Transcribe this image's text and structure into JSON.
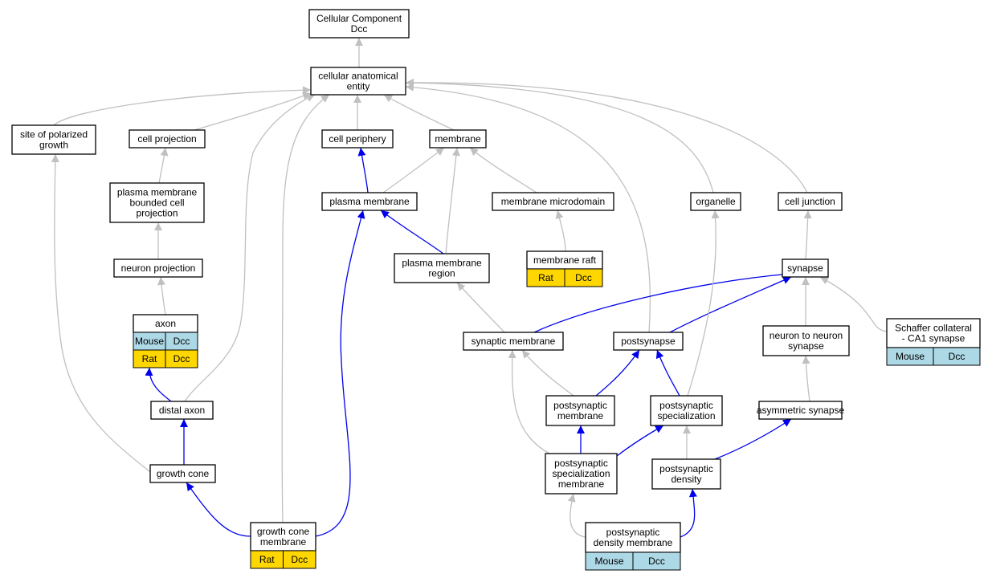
{
  "colors": {
    "gray_edge": "#c0c0c0",
    "blue_edge": "#0000ee",
    "rat_badge": "#ffd700",
    "mouse_badge": "#add8e6"
  },
  "nodes": {
    "cellular_component": {
      "lines": [
        "Cellular Component",
        "Dcc"
      ]
    },
    "cellular_anatomical_entity": {
      "lines": [
        "cellular anatomical",
        "entity"
      ]
    },
    "site_of_polarized_growth": {
      "lines": [
        "site of polarized",
        "growth"
      ]
    },
    "cell_projection": {
      "lines": [
        "cell projection"
      ]
    },
    "cell_periphery": {
      "lines": [
        "cell periphery"
      ]
    },
    "membrane": {
      "lines": [
        "membrane"
      ]
    },
    "plasma_membrane_bounded_cell_projection": {
      "lines": [
        "plasma membrane",
        "bounded cell",
        "projection"
      ]
    },
    "plasma_membrane": {
      "lines": [
        "plasma membrane"
      ]
    },
    "membrane_microdomain": {
      "lines": [
        "membrane microdomain"
      ]
    },
    "organelle": {
      "lines": [
        "organelle"
      ]
    },
    "cell_junction": {
      "lines": [
        "cell junction"
      ]
    },
    "neuron_projection": {
      "lines": [
        "neuron projection"
      ]
    },
    "plasma_membrane_region": {
      "lines": [
        "plasma membrane",
        "region"
      ]
    },
    "membrane_raft": {
      "lines": [
        "membrane raft"
      ],
      "badges": [
        [
          "Rat",
          "Dcc"
        ]
      ]
    },
    "synapse": {
      "lines": [
        "synapse"
      ]
    },
    "axon": {
      "lines": [
        "axon"
      ],
      "badges": [
        [
          "Mouse",
          "Dcc"
        ],
        [
          "Rat",
          "Dcc"
        ]
      ]
    },
    "synaptic_membrane": {
      "lines": [
        "synaptic membrane"
      ]
    },
    "postsynapse": {
      "lines": [
        "postsynapse"
      ]
    },
    "neuron_to_neuron_synapse": {
      "lines": [
        "neuron to neuron",
        "synapse"
      ]
    },
    "schaffer_collateral": {
      "lines": [
        "Schaffer collateral",
        "- CA1 synapse"
      ],
      "badges": [
        [
          "Mouse",
          "Dcc"
        ]
      ]
    },
    "distal_axon": {
      "lines": [
        "distal axon"
      ]
    },
    "postsynaptic_membrane": {
      "lines": [
        "postsynaptic",
        "membrane"
      ]
    },
    "postsynaptic_specialization": {
      "lines": [
        "postsynaptic",
        "specialization"
      ]
    },
    "asymmetric_synapse": {
      "lines": [
        "asymmetric synapse"
      ]
    },
    "growth_cone": {
      "lines": [
        "growth cone"
      ]
    },
    "postsynaptic_specialization_membrane": {
      "lines": [
        "postsynaptic",
        "specialization",
        "membrane"
      ]
    },
    "postsynaptic_density": {
      "lines": [
        "postsynaptic",
        "density"
      ]
    },
    "growth_cone_membrane": {
      "lines": [
        "growth cone",
        "membrane"
      ],
      "badges": [
        [
          "Rat",
          "Dcc"
        ]
      ]
    },
    "postsynaptic_density_membrane": {
      "lines": [
        "postsynaptic",
        "density membrane"
      ],
      "badges": [
        [
          "Mouse",
          "Dcc"
        ]
      ]
    }
  },
  "edges": [
    {
      "from": "cellular_anatomical_entity",
      "to": "cellular_component",
      "color": "gray"
    },
    {
      "from": "site_of_polarized_growth",
      "to": "cellular_anatomical_entity",
      "color": "gray"
    },
    {
      "from": "cell_projection",
      "to": "cellular_anatomical_entity",
      "color": "gray"
    },
    {
      "from": "cell_periphery",
      "to": "cellular_anatomical_entity",
      "color": "gray"
    },
    {
      "from": "membrane",
      "to": "cellular_anatomical_entity",
      "color": "gray"
    },
    {
      "from": "organelle",
      "to": "cellular_anatomical_entity",
      "color": "gray"
    },
    {
      "from": "cell_junction",
      "to": "cellular_anatomical_entity",
      "color": "gray"
    },
    {
      "from": "postsynapse",
      "to": "cellular_anatomical_entity",
      "color": "gray"
    },
    {
      "from": "distal_axon",
      "to": "cellular_anatomical_entity",
      "color": "gray"
    },
    {
      "from": "growth_cone_membrane",
      "to": "cellular_anatomical_entity",
      "color": "gray"
    },
    {
      "from": "plasma_membrane_bounded_cell_projection",
      "to": "cell_projection",
      "color": "gray"
    },
    {
      "from": "plasma_membrane",
      "to": "cell_periphery",
      "color": "blue"
    },
    {
      "from": "plasma_membrane",
      "to": "membrane",
      "color": "gray"
    },
    {
      "from": "plasma_membrane_region",
      "to": "membrane",
      "color": "gray"
    },
    {
      "from": "membrane_microdomain",
      "to": "membrane",
      "color": "gray"
    },
    {
      "from": "neuron_projection",
      "to": "plasma_membrane_bounded_cell_projection",
      "color": "gray"
    },
    {
      "from": "plasma_membrane_region",
      "to": "plasma_membrane",
      "color": "blue"
    },
    {
      "from": "growth_cone_membrane",
      "to": "plasma_membrane",
      "color": "blue"
    },
    {
      "from": "membrane_raft",
      "to": "membrane_microdomain",
      "color": "gray"
    },
    {
      "from": "synapse",
      "to": "cell_junction",
      "color": "gray"
    },
    {
      "from": "axon",
      "to": "neuron_projection",
      "color": "gray"
    },
    {
      "from": "synaptic_membrane",
      "to": "plasma_membrane_region",
      "color": "gray"
    },
    {
      "from": "synaptic_membrane",
      "to": "synapse",
      "color": "blue"
    },
    {
      "from": "postsynapse",
      "to": "synapse",
      "color": "blue"
    },
    {
      "from": "neuron_to_neuron_synapse",
      "to": "synapse",
      "color": "gray"
    },
    {
      "from": "schaffer_collateral",
      "to": "synapse",
      "color": "gray"
    },
    {
      "from": "distal_axon",
      "to": "axon",
      "color": "blue"
    },
    {
      "from": "postsynaptic_membrane",
      "to": "synaptic_membrane",
      "color": "gray"
    },
    {
      "from": "postsynaptic_membrane",
      "to": "postsynapse",
      "color": "blue"
    },
    {
      "from": "postsynaptic_specialization",
      "to": "postsynapse",
      "color": "blue"
    },
    {
      "from": "postsynaptic_specialization",
      "to": "organelle",
      "color": "gray"
    },
    {
      "from": "asymmetric_synapse",
      "to": "neuron_to_neuron_synapse",
      "color": "gray"
    },
    {
      "from": "growth_cone",
      "to": "distal_axon",
      "color": "blue"
    },
    {
      "from": "growth_cone",
      "to": "site_of_polarized_growth",
      "color": "gray"
    },
    {
      "from": "postsynaptic_specialization_membrane",
      "to": "postsynaptic_membrane",
      "color": "blue"
    },
    {
      "from": "postsynaptic_specialization_membrane",
      "to": "postsynaptic_specialization",
      "color": "blue"
    },
    {
      "from": "postsynaptic_specialization_membrane",
      "to": "synaptic_membrane",
      "color": "gray"
    },
    {
      "from": "postsynaptic_density",
      "to": "postsynaptic_specialization",
      "color": "gray"
    },
    {
      "from": "postsynaptic_density",
      "to": "asymmetric_synapse",
      "color": "blue"
    },
    {
      "from": "growth_cone_membrane",
      "to": "growth_cone",
      "color": "blue"
    },
    {
      "from": "postsynaptic_density_membrane",
      "to": "postsynaptic_specialization_membrane",
      "color": "gray"
    },
    {
      "from": "postsynaptic_density_membrane",
      "to": "postsynaptic_density",
      "color": "blue"
    }
  ]
}
